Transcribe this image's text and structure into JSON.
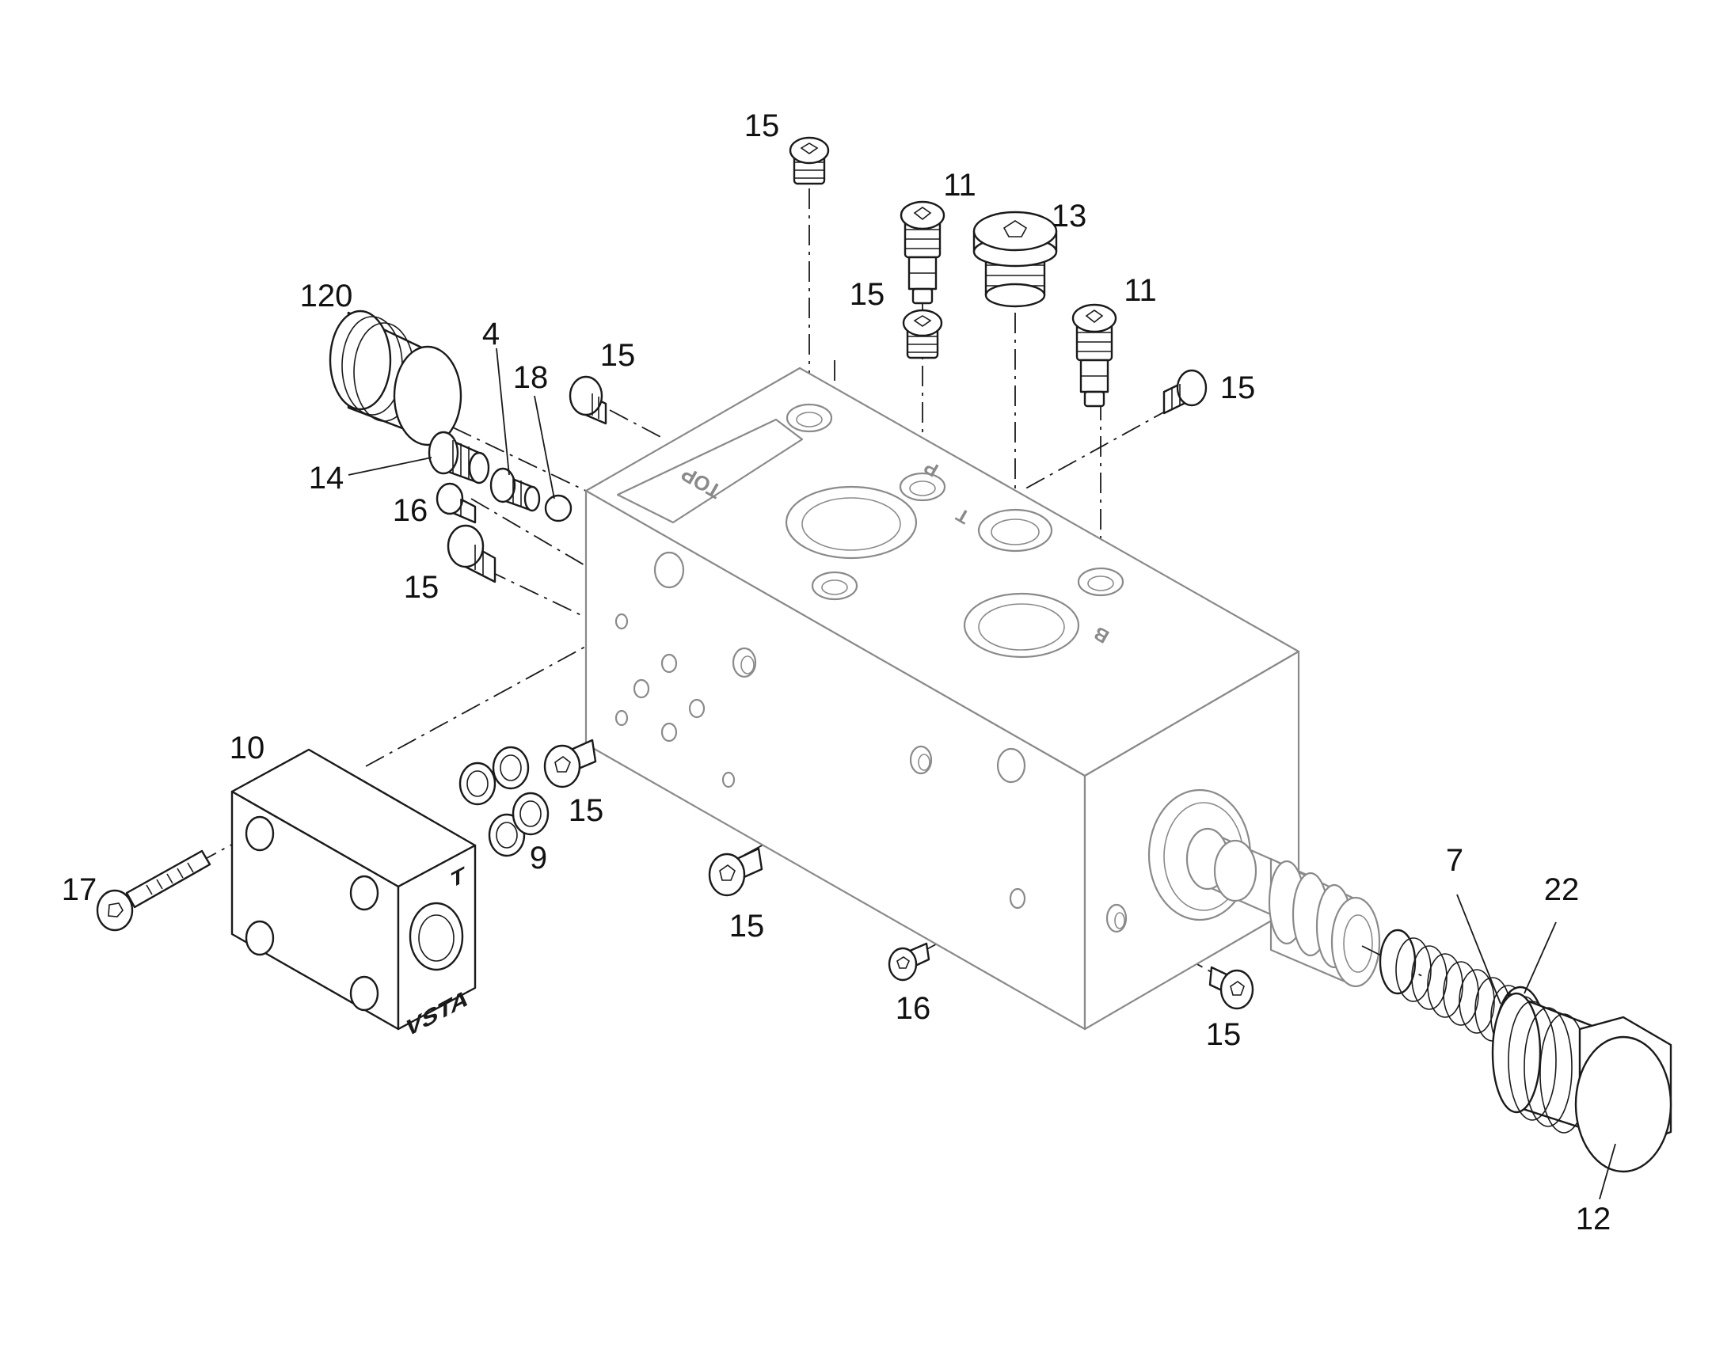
{
  "block_labels": {
    "top": "TOP",
    "port_p": "P",
    "port_t": "T",
    "port_b": "B"
  },
  "plate_labels": {
    "port_t": "T",
    "name": "VSTA"
  },
  "callouts": {
    "c15_top": "15",
    "c11_left": "11",
    "c13": "13",
    "c15_mid": "15",
    "c11_right": "11",
    "c120": "120",
    "c4": "4",
    "c18": "18",
    "c15_left_upper": "15",
    "c15_right_upper": "15",
    "c14": "14",
    "c16_left": "16",
    "c15_left_lower": "15",
    "c10": "10",
    "c15_front": "15",
    "c9": "9",
    "c17": "17",
    "c15_bottom_mid": "15",
    "c16_bottom": "16",
    "c15_bottom_right": "15",
    "c7": "7",
    "c22": "22",
    "c12": "12"
  }
}
